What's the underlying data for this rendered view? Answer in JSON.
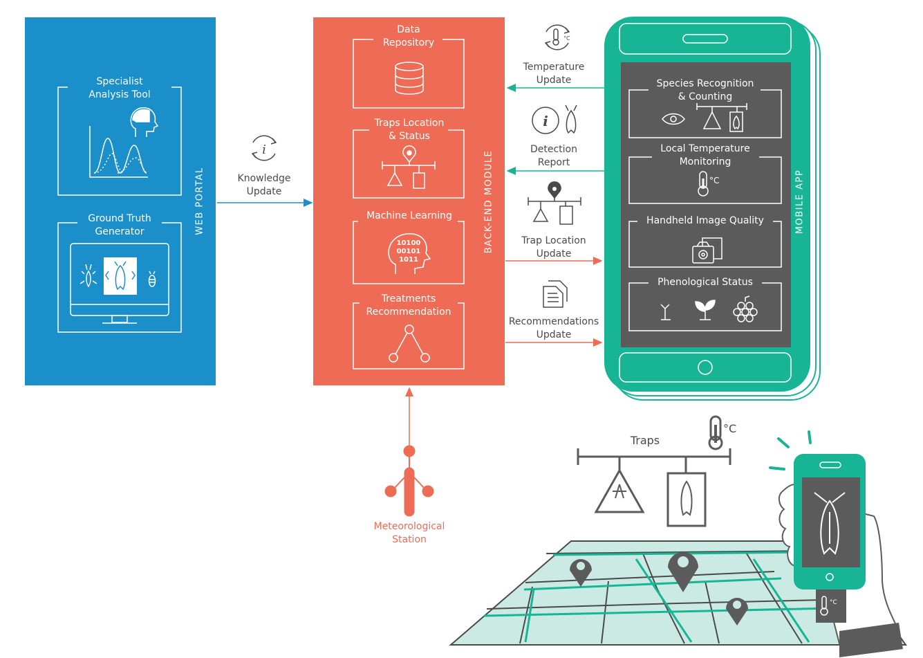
{
  "web_portal": {
    "title": "WEB PORTAL",
    "specialist_tool": "Specialist\nAnalysis Tool",
    "ground_truth": "Ground Truth\nGenerator"
  },
  "knowledge_update": "Knowledge\nUpdate",
  "backend": {
    "title": "BACK-END MODULE",
    "data_repository": "Data\nRepository",
    "traps_location": "Traps Location\n& Status",
    "machine_learning": "Machine Learning",
    "binary_lines": [
      "10100",
      "00101",
      "1011"
    ],
    "treatments": "Treatments\nRecommendation"
  },
  "flows": {
    "temperature_update": "Temperature\nUpdate",
    "detection_report": "Detection\nReport",
    "trap_location_update": "Trap Location\nUpdate",
    "recommendations_update": "Recommendations\nUpdate"
  },
  "mobile_app": {
    "title": "MOBILE APP",
    "species": "Species Recognition\n& Counting",
    "local_temp": "Local Temperature\nMonitoring",
    "image_quality": "Handheld Image Quality",
    "phenological": "Phenological Status",
    "celsius": "°C"
  },
  "meteo": "Meteorological\nStation",
  "traps": "Traps",
  "celsius": "°C",
  "colors": {
    "blue": "#1a8fca",
    "red": "#ee6c55",
    "green": "#17b596",
    "dark": "#5b5b5b",
    "map": "#cbeae3"
  }
}
